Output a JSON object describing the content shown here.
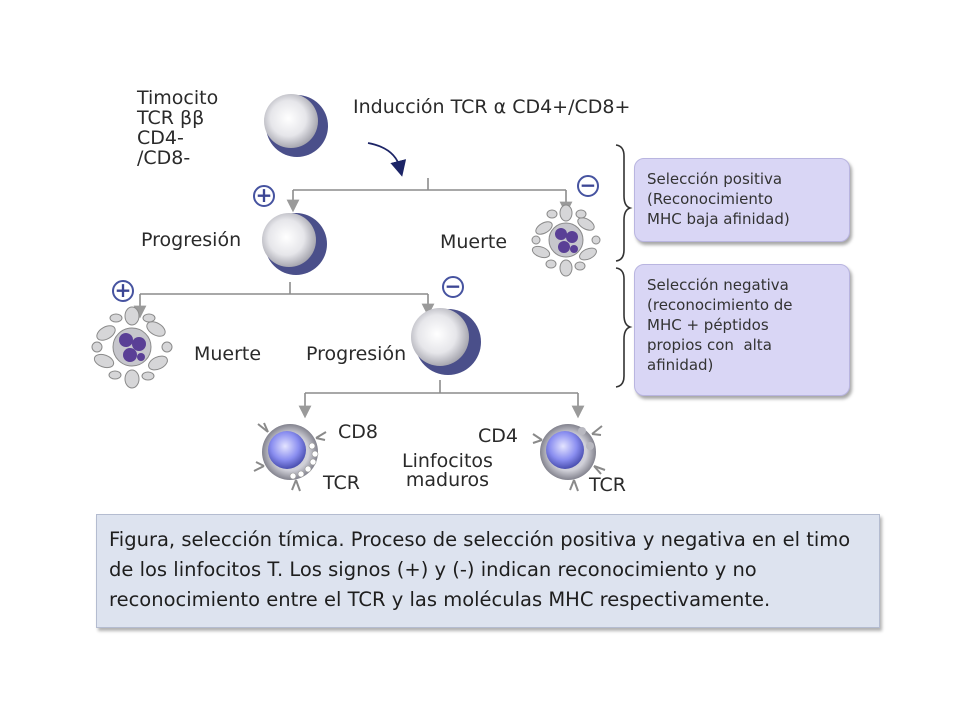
{
  "labels": {
    "timocito": [
      "Timocito",
      "TCR ββ",
      "CD4-",
      "/CD8-"
    ],
    "induccion": "Inducción TCR α CD4+/CD8+",
    "progresion_1": "Progresión",
    "muerte_1": "Muerte",
    "muerte_2": "Muerte",
    "progresion_2": "Progresión",
    "cd8": "CD8",
    "cd4": "CD4",
    "tcr_left": "TCR",
    "tcr_right": "TCR",
    "linfocitos": [
      "Linfocitos",
      "maduros"
    ]
  },
  "signs": {
    "plus": "+",
    "minus": "−"
  },
  "notes": {
    "positive": [
      "Selección positiva",
      "(Reconocimiento",
      "MHC baja afinidad)"
    ],
    "negative": [
      "Selección negativa",
      "(reconocimiento de",
      "MHC + péptidos",
      "propios con  alta",
      "afinidad)"
    ]
  },
  "caption": "Figura,  selección tímica. Proceso de selección positiva y negativa en el timo de los linfocitos T. Los signos (+) y (-) indican reconocimiento y no reconocimiento entre el TCR y las moléculas MHC respectivamente.",
  "colors": {
    "cell_rim": "#4a4f8a",
    "note_fill": "#d9d6f5",
    "caption_fill": "#dde3ef",
    "nucleus": "#5a3f96"
  }
}
